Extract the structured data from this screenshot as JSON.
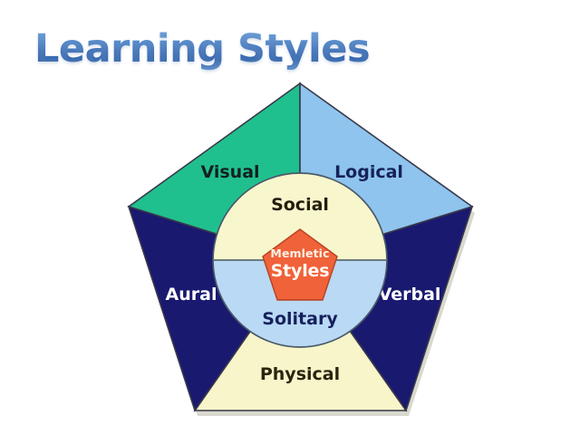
{
  "page": {
    "title": "Learning Styles",
    "background_color": "#ffffff"
  },
  "diagram": {
    "type": "pentagon-wedge-diagram",
    "name": "memletic-learning-styles-pentagon",
    "palette": {
      "teal": "#20c08e",
      "light_blue": "#8ec4ee",
      "navy": "#191970",
      "cream": "#f7f5c9",
      "orange": "#f0623a",
      "outline": "#3a3a4a",
      "title_blue": "#3a72bc"
    },
    "wedges": [
      {
        "id": "visual",
        "label": "Visual",
        "fill": "#20c08e",
        "text_color": "#14201f"
      },
      {
        "id": "logical",
        "label": "Logical",
        "fill": "#8ec4ee",
        "text_color": "#16215c"
      },
      {
        "id": "verbal",
        "label": "Verbal",
        "fill": "#191970",
        "text_color": "#ffffff"
      },
      {
        "id": "physical",
        "label": "Physical",
        "fill": "#f7f5c9",
        "text_color": "#2a2410"
      },
      {
        "id": "aural",
        "label": "Aural",
        "fill": "#191970",
        "text_color": "#ffffff"
      }
    ],
    "ring": {
      "top_half": {
        "id": "social",
        "label": "Social",
        "fill": "#f8f6cd",
        "text_color": "#231d0c"
      },
      "bottom_half": {
        "id": "solitary",
        "label": "Solitary",
        "fill": "#b9d9f4",
        "text_color": "#16215c"
      }
    },
    "core": {
      "id": "memletic-styles",
      "line1": "Memletic",
      "line2": "Styles",
      "fill": "#f0623a",
      "text_color": "#fdf3ea"
    }
  }
}
